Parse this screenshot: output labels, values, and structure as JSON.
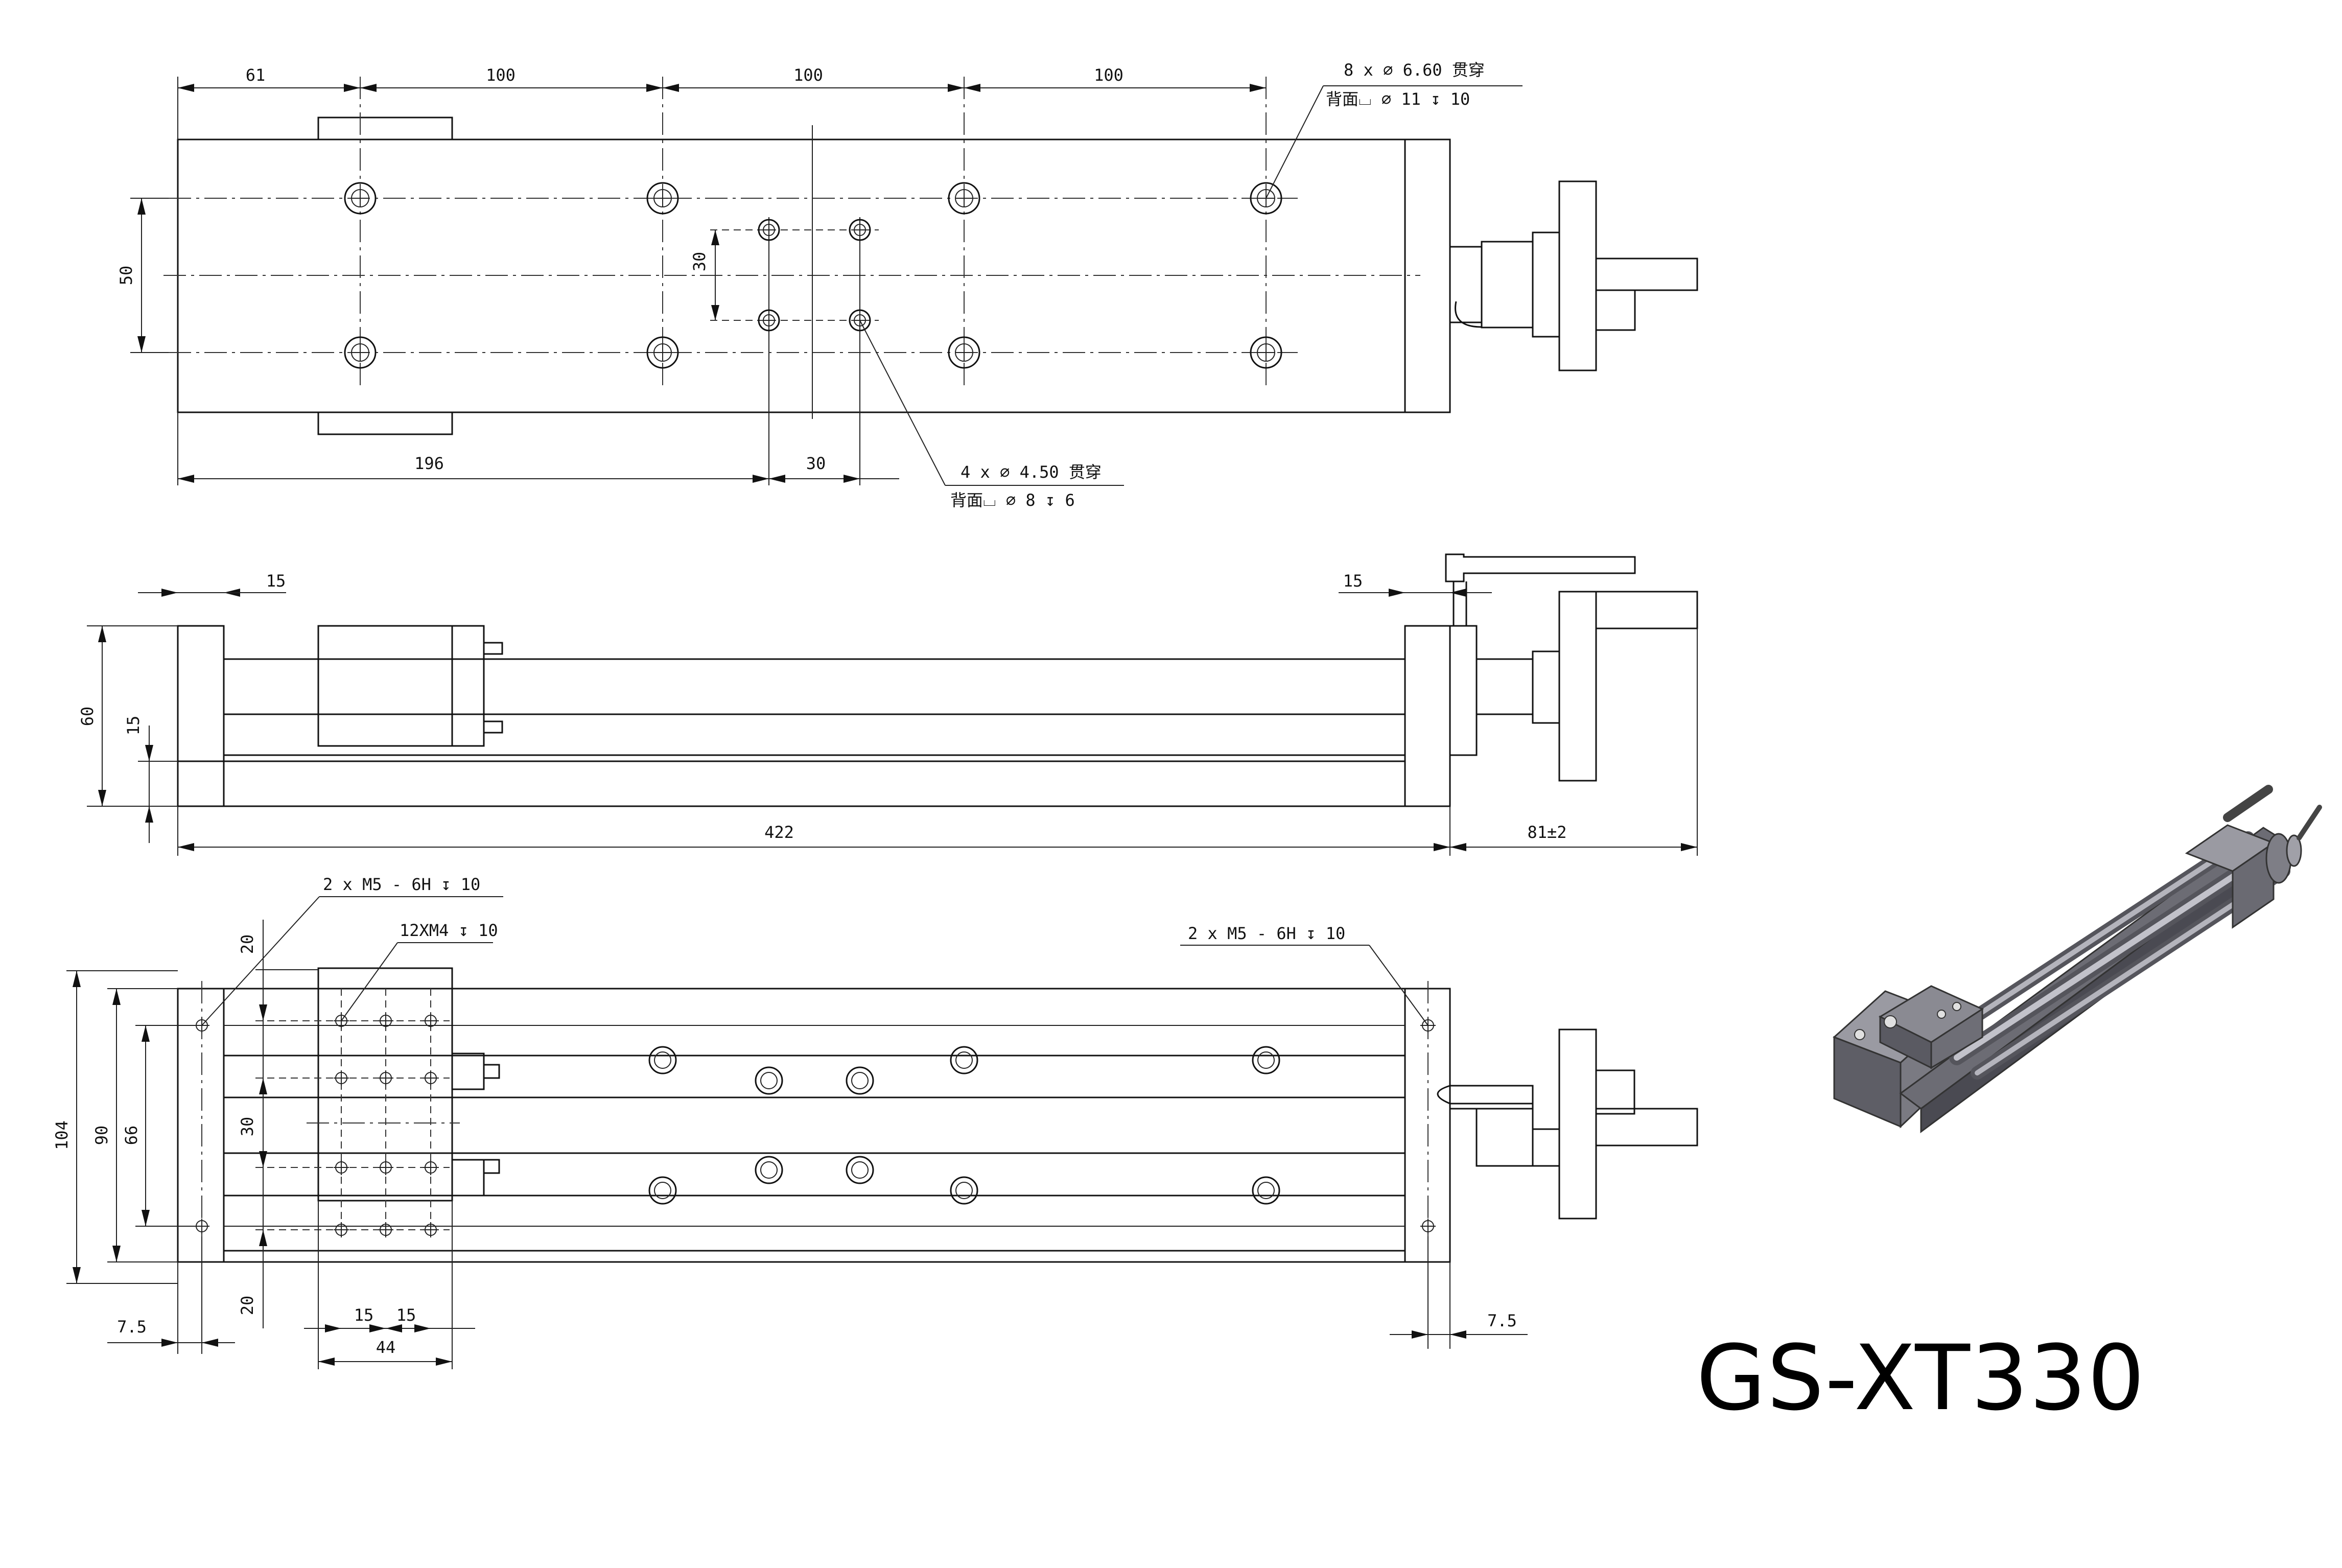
{
  "model_title": "GS-XT330",
  "top_view": {
    "dims_top": [
      "61",
      "100",
      "100",
      "100"
    ],
    "dim_height": "50",
    "dim_inner_height": "30",
    "dim_bottom_left": "196",
    "dim_bottom_inner": "30",
    "note_large_holes": {
      "line1": "8 x ∅ 6.60 贯穿",
      "line2": "背面⌴ ∅ 11 ↧ 10"
    },
    "note_small_holes": {
      "line1": "4 x ∅ 4.50 贯穿",
      "line2": "背面⌴ ∅ 8 ↧ 6"
    }
  },
  "side_view": {
    "dim_left_end": "15",
    "dim_right_end": "15",
    "dim_height": "60",
    "dim_base": "15",
    "dim_length": "422",
    "dim_handle": "81±2"
  },
  "bottom_view": {
    "note_left_threads": "2 x  M5 - 6H ↧ 10",
    "note_carriage_threads": "12XM4 ↧ 10",
    "note_right_threads": "2 x  M5 - 6H ↧ 10",
    "dim_top_margin": "20",
    "dim_bottom_margin": "20",
    "dim_center_pitch": "30",
    "dim_width_total": "104",
    "dim_width_90": "90",
    "dim_width_66": "66",
    "dim_left_edge": "7.5",
    "dim_right_edge": "7.5",
    "dim_pitch_1": "15",
    "dim_pitch_2": "15",
    "dim_carriage": "44"
  },
  "colors": {
    "line": "#111111",
    "model_body": "#7a7a82",
    "model_dark": "#4a4a52"
  }
}
